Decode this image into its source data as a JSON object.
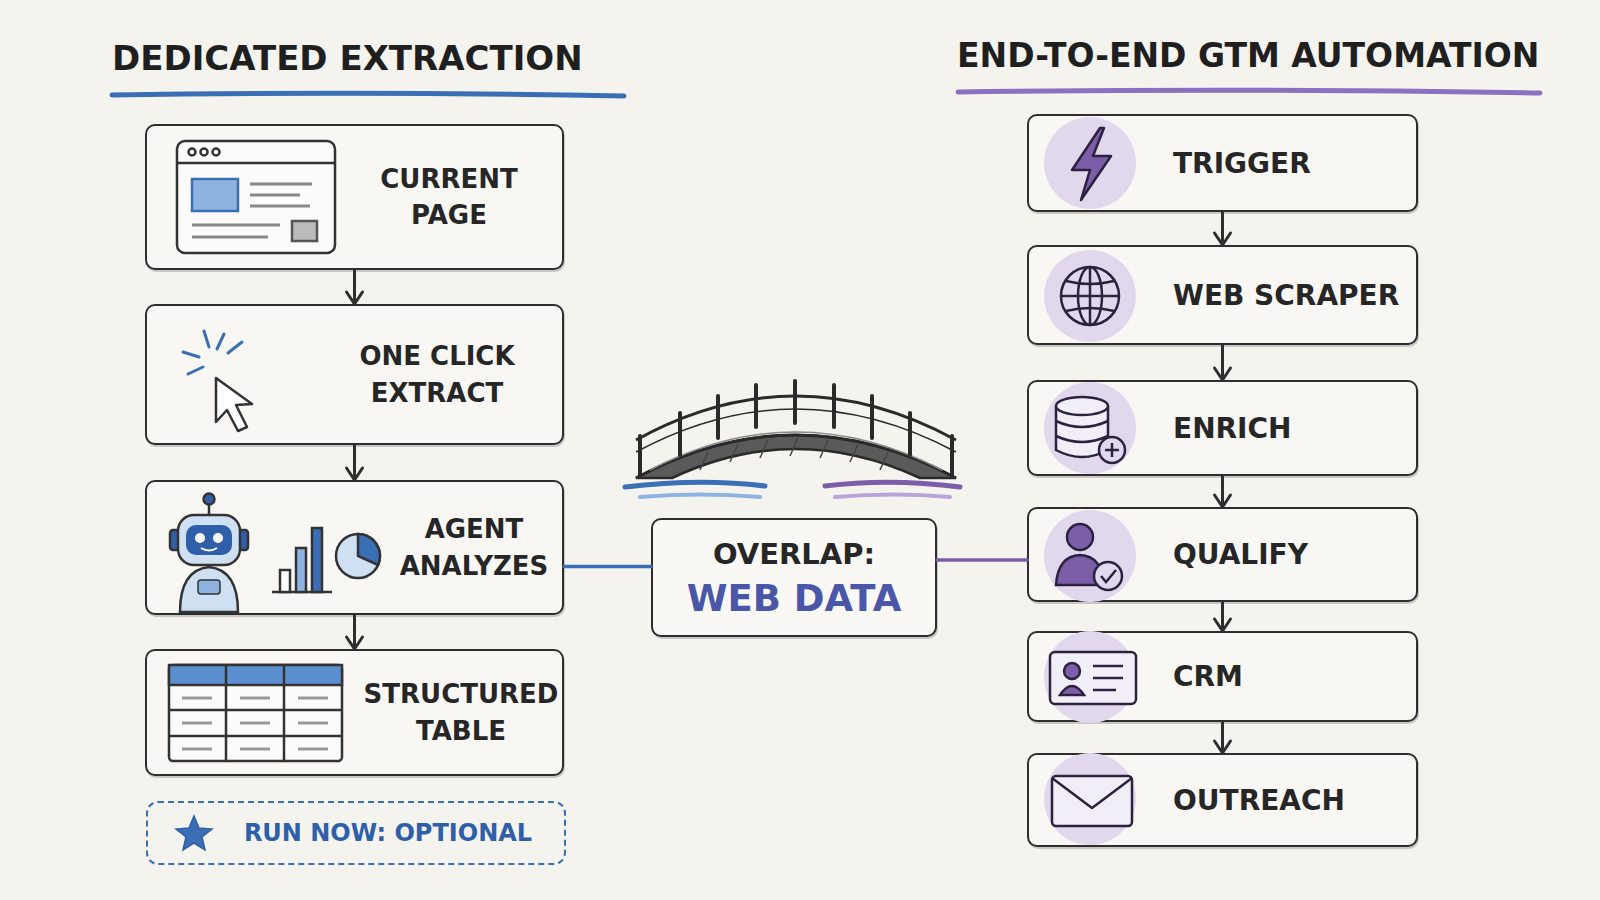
{
  "diagram": {
    "nodes": [
      {
        "text": [
          "CURRENT PAGE"
        ]
      },
      {
        "text": [
          "ONE CLICK EXTRACT"
        ]
      },
      {
        "text": [
          "AGENT ANALYZES"
        ]
      },
      {
        "text": [
          "STRUCTURED TABLE"
        ]
      },
      {
        "text": [
          "RUN NOW: OPTIONAL"
        ]
      },
      {
        "text": [
          "OVERLAP:",
          "WEB DATA"
        ]
      },
      {
        "text": [
          "TRIGGER"
        ]
      },
      {
        "text": [
          "WEB SCRAPER"
        ]
      },
      {
        "text": [
          "ENRICH"
        ]
      },
      {
        "text": [
          "QUALIFY"
        ]
      },
      {
        "text": [
          "CRM"
        ]
      },
      {
        "text": [
          "OUTREACH"
        ]
      }
    ],
    "edges": [
      {
        "from": 0,
        "to": 1,
        "arrow": "to"
      },
      {
        "from": 1,
        "to": 2,
        "arrow": "to"
      },
      {
        "from": 2,
        "to": 3,
        "arrow": "to"
      },
      {
        "from": 2,
        "to": 5,
        "arrow": "none"
      },
      {
        "from": 5,
        "to": 9,
        "arrow": "none"
      },
      {
        "from": 6,
        "to": 7,
        "arrow": "to"
      },
      {
        "from": 7,
        "to": 8,
        "arrow": "to"
      },
      {
        "from": 8,
        "to": 9,
        "arrow": "to"
      },
      {
        "from": 9,
        "to": 10,
        "arrow": "to"
      },
      {
        "from": 10,
        "to": 11,
        "arrow": "to"
      }
    ],
    "labels": [
      "DEDICATED EXTRACTION",
      "END-TO-END GTM AUTOMATION"
    ]
  }
}
